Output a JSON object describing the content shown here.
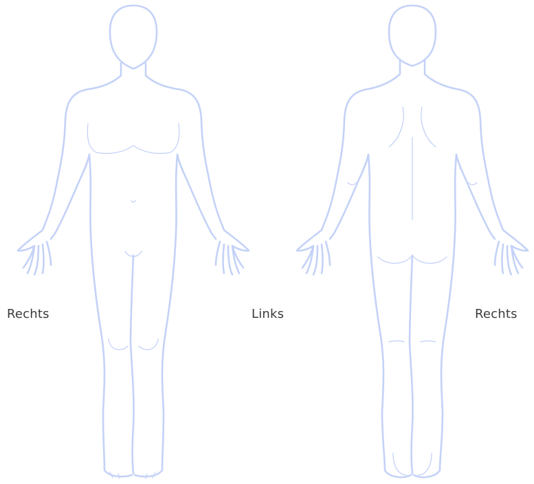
{
  "labels": {
    "front_right": "Rechts",
    "middle_left": "Links",
    "back_right": "Rechts"
  },
  "colors": {
    "outline": "#c4d2f7",
    "detail": "#c4d2f7",
    "text": "#3a3a3a"
  }
}
